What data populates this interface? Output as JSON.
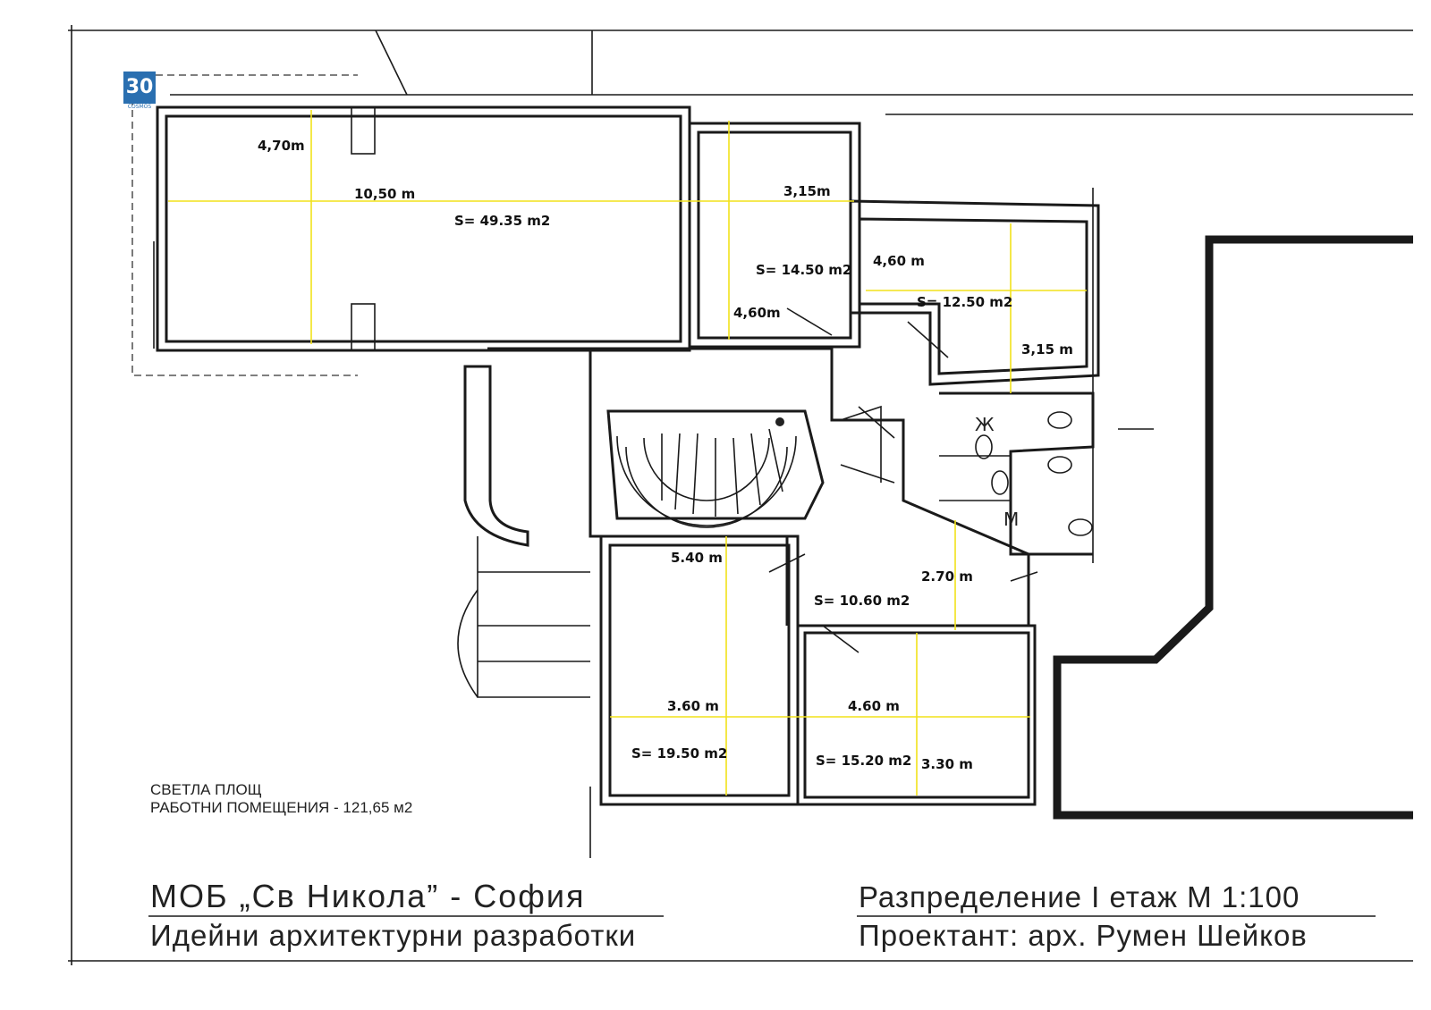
{
  "logo": {
    "text": "30",
    "sub": "COSMOS",
    "color": "#2a6fb0"
  },
  "rooms": [
    {
      "id": "r1",
      "dims": [
        "4,70m",
        "10,50 m"
      ],
      "area": "S= 49.35 m2"
    },
    {
      "id": "r2",
      "dims": [
        "3,15m",
        "4,60m"
      ],
      "area": "S= 14.50 m2"
    },
    {
      "id": "r3",
      "dims": [
        "4,60 m",
        "3,15 m"
      ],
      "area": "S= 12.50 m2"
    },
    {
      "id": "r4",
      "dims": [
        "2.70 m"
      ],
      "area": "S= 10.60 m2"
    },
    {
      "id": "r5",
      "dims": [
        "5.40 m",
        "3.60 m"
      ],
      "area": "S= 19.50 m2"
    },
    {
      "id": "r6",
      "dims": [
        "4.60 m",
        "3.30 m"
      ],
      "area": "S= 15.20 m2"
    }
  ],
  "wc_labels": {
    "female": "Ж",
    "male": "М"
  },
  "note": {
    "line1": "СВЕТЛА ПЛОЩ",
    "line2": "РАБОТНИ ПОМЕЩЕНИЯ - 121,65 м2"
  },
  "title_left": {
    "line1": "МОБ „Св Никола” -   София",
    "line2": "Идейни архитектурни разработки"
  },
  "title_right": {
    "line1": "Разпределение  I етаж  М 1:100",
    "line2": "Проектант: арх.  Румен Шейков"
  },
  "colors": {
    "dimension_lines": "#f2e21a",
    "walls": "#1a1a1a"
  }
}
